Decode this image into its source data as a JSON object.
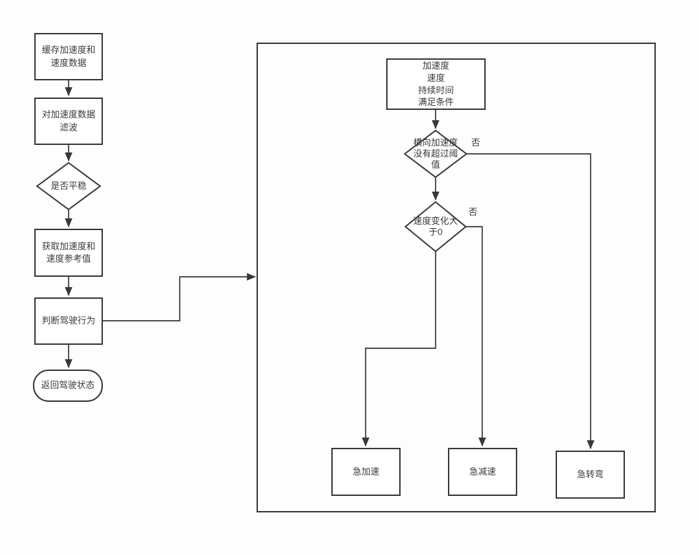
{
  "diagram": {
    "type": "flowchart",
    "nodes": {
      "cache_data": {
        "label": "缓存加速度和\n速度数据",
        "shape": "rect"
      },
      "filter_accel": {
        "label": "对加速度数据\n滤波",
        "shape": "rect"
      },
      "is_stable": {
        "label": "是否平稳",
        "shape": "diamond"
      },
      "get_reference": {
        "label": "获取加速度和\n速度参考值",
        "shape": "rect"
      },
      "judge_behavior": {
        "label": "判断驾驶行为",
        "shape": "rect"
      },
      "return_state": {
        "label": "返回驾驶状态",
        "shape": "rounded"
      },
      "conditions": {
        "label": "加速度\n速度\n持续时间\n满足条件",
        "shape": "rect"
      },
      "lateral_check": {
        "label": "横向加速度\n没有超过阈\n值",
        "shape": "diamond"
      },
      "speed_change": {
        "label": "速度变化大\n于0",
        "shape": "diamond"
      },
      "hard_accel": {
        "label": "急加速",
        "shape": "rect"
      },
      "hard_brake": {
        "label": "急减速",
        "shape": "rect"
      },
      "hard_turn": {
        "label": "急转弯",
        "shape": "rect"
      }
    },
    "edge_labels": {
      "lateral_no": "否",
      "speed_no": "否"
    },
    "colors": {
      "stroke": "#383838",
      "text": "#3a3a3a",
      "node_fill": "#ffffff",
      "background": "#fdfdfd"
    }
  }
}
